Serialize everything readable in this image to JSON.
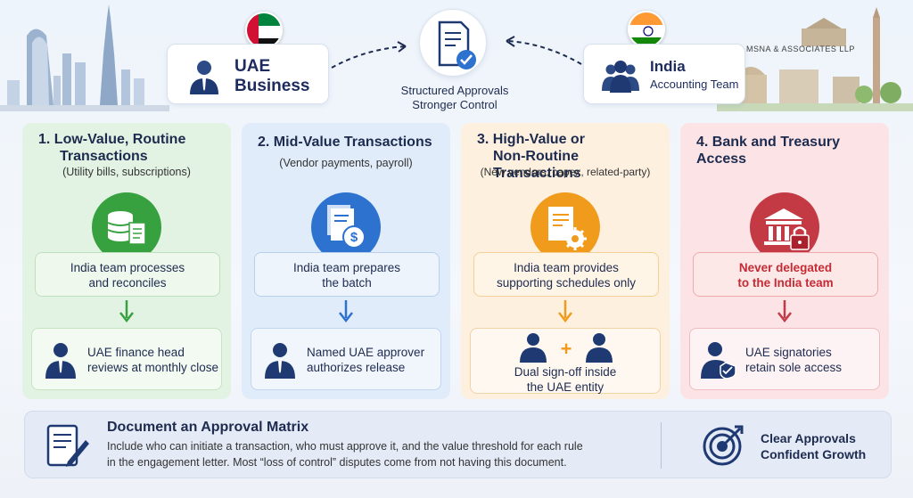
{
  "header": {
    "uae": {
      "line1": "UAE",
      "line2": "Business"
    },
    "india": {
      "line1": "India",
      "line2": "Accounting Team"
    },
    "center": {
      "line1": "Structured Approvals",
      "line2": "Stronger Control"
    },
    "firm": "MSNA & ASSOCIATES LLP"
  },
  "columns": [
    {
      "title_line1": "1.  Low-Value, Routine",
      "title_line2": "Transactions",
      "subtitle": "(Utility bills, subscriptions)",
      "icon": "database-document-icon",
      "box1_line1": "India team processes",
      "box1_line2": "and reconciles",
      "box2_line1": "UAE finance head",
      "box2_line2": "reviews at monthly close",
      "accent": "#37a13f"
    },
    {
      "title_line1": "2.  Mid-Value Transactions",
      "title_line2": "",
      "subtitle": "(Vendor payments, payroll)",
      "icon": "dollar-document-icon",
      "box1_line1": "India team prepares",
      "box1_line2": "the batch",
      "box2_line1": "Named UAE approver",
      "box2_line2": "authorizes release",
      "accent": "#2e72cf"
    },
    {
      "title_line1": "3.  High-Value or",
      "title_line2": "Non-Routine Transactions",
      "subtitle": "(New vendors, capex, related-party)",
      "icon": "document-gear-icon",
      "box1_line1": "India team provides",
      "box1_line2": "supporting schedules only",
      "box2_line1": "Dual sign-off inside",
      "box2_line2": "the UAE entity",
      "accent": "#f19b1c"
    },
    {
      "title_line1": "4.  Bank and Treasury Access",
      "title_line2": "",
      "subtitle": "",
      "icon": "bank-lock-icon",
      "box1_line1": "Never delegated",
      "box1_line2": "to the India team",
      "box2_line1": "UAE signatories",
      "box2_line2": "retain sole access",
      "accent": "#c33a45"
    }
  ],
  "footer": {
    "title": "Document an Approval Matrix",
    "line1": "Include who can initiate a transaction, who must approve it, and the value threshold for each rule",
    "line2": "in the engagement letter. Most “loss of control” disputes come from not having this document.",
    "right_line1": "Clear Approvals",
    "right_line2": "Confident Growth"
  }
}
